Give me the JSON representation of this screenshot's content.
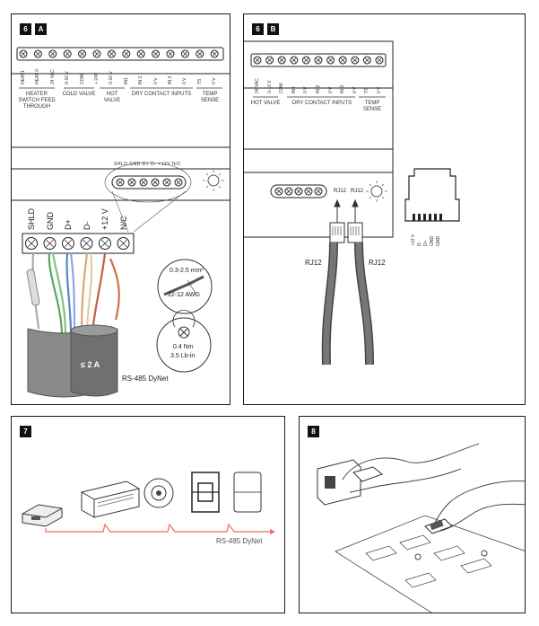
{
  "panel_6a": {
    "badges": [
      "6",
      "A"
    ],
    "terminal_labels": [
      "HEAT1",
      "HEAT 0",
      "24 VAC",
      "0-10 V",
      "COM",
      "+ 24V",
      "0-10 V",
      "IN1",
      "IN 2",
      "0 V",
      "IN 3",
      "0 V",
      "TS",
      "0 V"
    ],
    "groups": [
      "HEATER SWITCH FEED THROUGH",
      "COLD VALVE",
      "HOT VALVE",
      "DRY CONTACT INPUTS",
      "TEMP SENSE"
    ],
    "bus_labels": [
      "SHLD",
      "GND",
      "D+",
      "D-",
      "+12 V",
      "N/C"
    ],
    "small_bus_labels": "SHLD GND D+ D- +12V N/C",
    "wire_size": "0.3-2.5 mm²",
    "awg": "22-12 AWG",
    "torque": "0.4 Nm",
    "torque_imperial": "3.5 Lb-in",
    "current": "≤ 2 A",
    "cable": "RS-485 DyNet"
  },
  "panel_6b": {
    "badges": [
      "6",
      "B"
    ],
    "terminal_labels": [
      "24 VAC",
      "0-10 V",
      "COM",
      "IN1",
      "0 V",
      "IN 2",
      "0 V",
      "IN 3",
      "0 V",
      "TS",
      "0 V"
    ],
    "groups": [
      "HOT VALVE",
      "DRY CONTACT INPUTS",
      "TEMP SENSE"
    ],
    "port_labels": [
      "RJ12",
      "RJ12"
    ],
    "rj_labels": [
      "RJ12",
      "RJ12"
    ],
    "pinout": [
      "+12 V",
      "D-",
      "D+",
      "GND",
      "GND"
    ]
  },
  "panel_7": {
    "badge": "7",
    "cable": "RS-485 DyNet"
  },
  "panel_8": {
    "badge": "8"
  },
  "colors": {
    "wire_orange": "#e8704a",
    "cable_grey": "#777777",
    "frame": "#1a1a1a"
  }
}
